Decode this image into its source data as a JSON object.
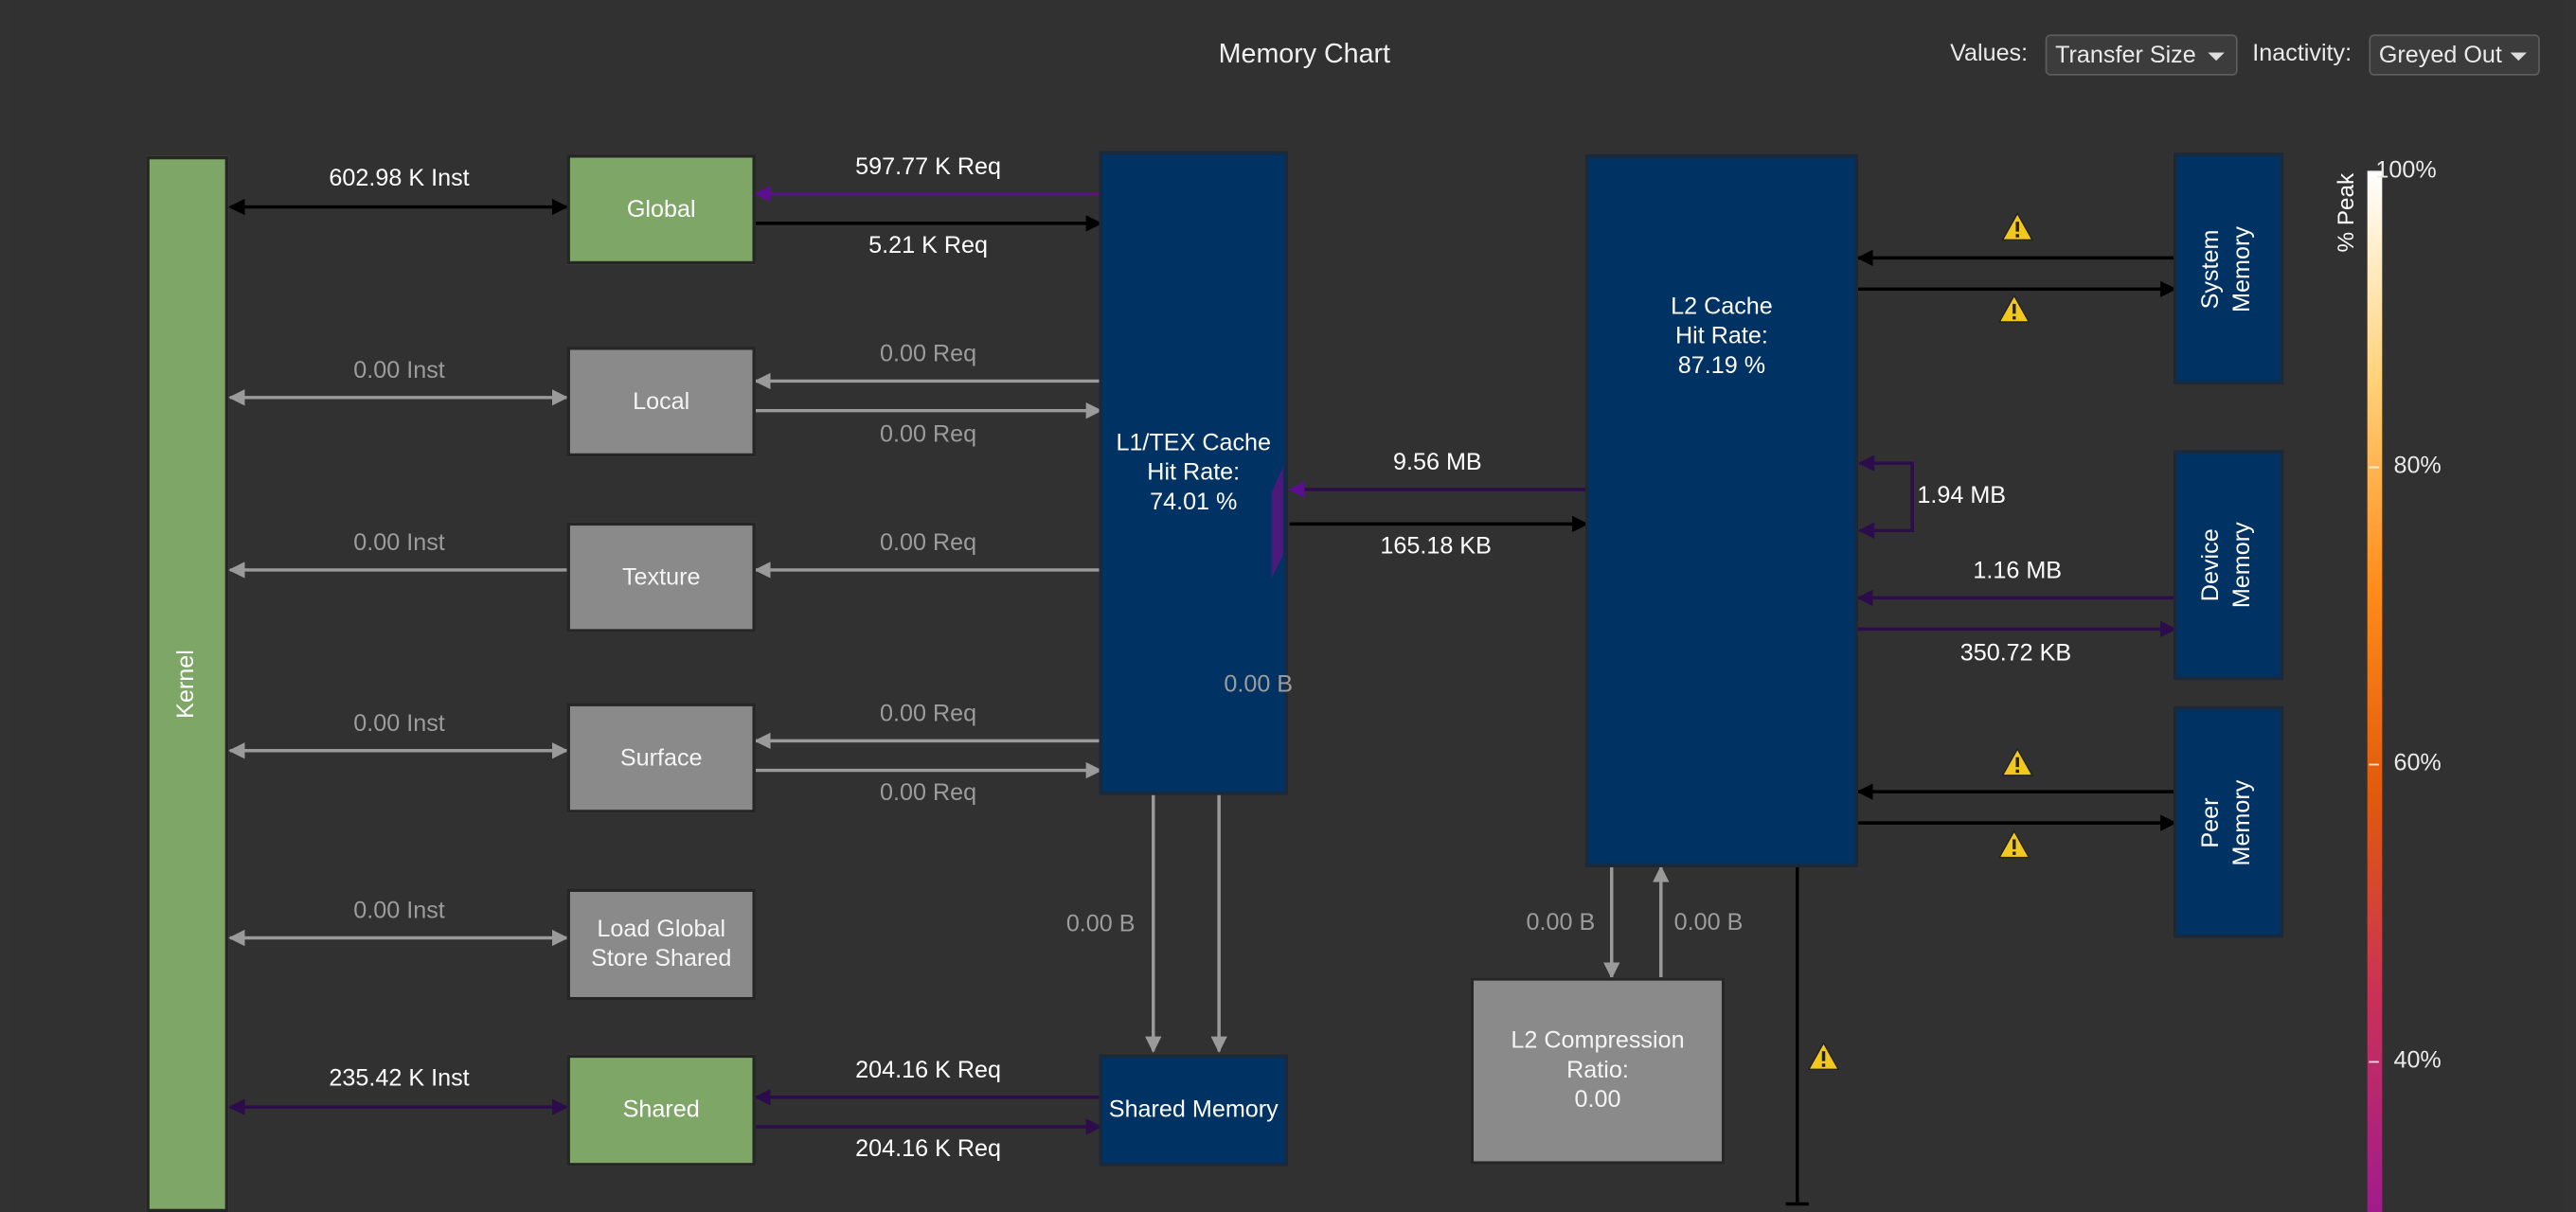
{
  "title": "Memory Chart",
  "controls": {
    "values_label": "Values:",
    "values_selected": "Transfer Size",
    "inactivity_label": "Inactivity:",
    "inactivity_selected": "Greyed Out"
  },
  "units": {
    "kernel": "Kernel",
    "global": "Global",
    "local": "Local",
    "texture": "Texture",
    "surface": "Surface",
    "load_global_store_shared": [
      "Load Global",
      "Store Shared"
    ],
    "shared": "Shared",
    "l1": [
      "L1/TEX Cache",
      "Hit Rate:",
      "74.01 %"
    ],
    "shared_memory": "Shared Memory",
    "l2": [
      "L2 Cache",
      "Hit Rate:",
      "87.19 %"
    ],
    "l2_compression": [
      "L2 Compression",
      "Ratio:",
      "0.00"
    ],
    "system_memory": [
      "System",
      "Memory"
    ],
    "device_memory": [
      "Device",
      "Memory"
    ],
    "peer_memory": [
      "Peer",
      "Memory"
    ]
  },
  "links": {
    "kernel_global": "602.98 K Inst",
    "kernel_local": "0.00 Inst",
    "kernel_texture": "0.00 Inst",
    "kernel_surface": "0.00 Inst",
    "kernel_lgss": "0.00 Inst",
    "kernel_shared": "235.42 K Inst",
    "global_l1_in": "597.77 K Req",
    "global_l1_out": "5.21 K Req",
    "local_l1_in": "0.00 Req",
    "local_l1_out": "0.00 Req",
    "texture_l1_in": "0.00 Req",
    "surface_l1_in": "0.00 Req",
    "surface_l1_out": "0.00 Req",
    "shared_sm_in": "204.16 K Req",
    "shared_sm_out": "204.16 K Req",
    "l1_to_sm_a": "0.00 B",
    "l1_to_sm_b": "0.00 B",
    "l2_to_l1": "9.56 MB",
    "l1_to_l2": "165.18 KB",
    "l2_loop": "1.94 MB",
    "device_to_l2": "1.16 MB",
    "l2_to_device": "350.72 KB",
    "l2_to_comp": "0.00 B",
    "comp_to_l2": "0.00 B"
  },
  "colorbar": {
    "label": "% Peak",
    "ticks": [
      "100%",
      "80%",
      "60%",
      "40%"
    ],
    "colors": [
      "#ffffff",
      "#ffd27a",
      "#ff8c1a",
      "#e05a0c",
      "#c8305a",
      "#a01c8c"
    ]
  },
  "warning_icon": "warning-icon",
  "colors": {
    "green_unit": "#7ea767",
    "grey_unit": "#8a8a8a",
    "blue_unit": "#003264",
    "active_purple": "#5b0f8f",
    "dark_purple": "#2c0c4a",
    "pink": "#b8187f"
  }
}
